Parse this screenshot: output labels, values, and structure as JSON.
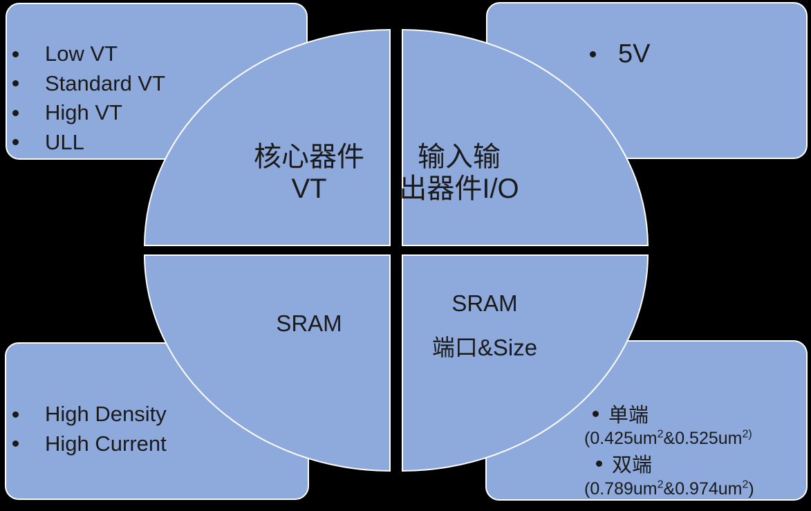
{
  "colors": {
    "background": "#000000",
    "shape_fill": "#8EA9DB",
    "shape_stroke": "#FFFFFF",
    "text": "#1A1A1A"
  },
  "quadrants": {
    "top_left": {
      "line1": "核心器件",
      "line2": "VT"
    },
    "top_right": {
      "line1": "输入输",
      "line2": "出器件I/O"
    },
    "bottom_left": {
      "line1": "SRAM"
    },
    "bottom_right": {
      "line1": "SRAM",
      "line2": "端口&Size"
    }
  },
  "callouts": {
    "top_left": {
      "items": [
        "Low VT",
        "Standard VT",
        "High VT",
        "ULL"
      ]
    },
    "top_right": {
      "items": [
        "5V"
      ]
    },
    "bottom_left": {
      "items": [
        "High Density",
        "High Current"
      ]
    },
    "bottom_right": {
      "item1": "单端",
      "size1": {
        "p1": "(0.425um",
        "s1": "2",
        "p2": "&0.525um",
        "s2": "2)"
      },
      "item2": "双端",
      "size2": {
        "p1": "(0.789um",
        "s1": "2",
        "p2": "&0.974um",
        "s2": "2",
        "p3": ")"
      }
    }
  }
}
